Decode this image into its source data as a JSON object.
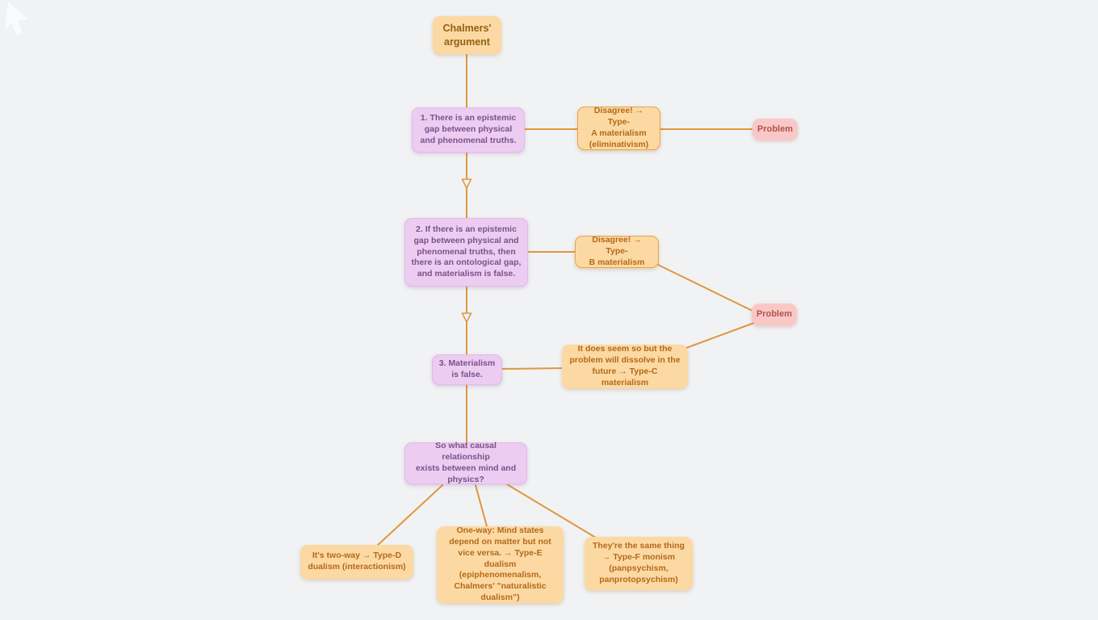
{
  "app": {
    "type": "mind-map-canvas",
    "background_color": "#f1f2f4"
  },
  "colors": {
    "connector": "#e0973d",
    "orange_fill": "#fcd9a2",
    "orange_border": "#eaa44c",
    "orange_text": "#b4691a",
    "purple_fill": "#edccf1",
    "purple_text": "#7a5289",
    "pink_fill": "#f9c8c6",
    "pink_text": "#b2524e"
  },
  "nodes": {
    "root": {
      "label": "Chalmers'\nargument"
    },
    "premise1": {
      "label": "1. There is an epistemic\ngap between physical\nand phenomenal truths."
    },
    "typeA": {
      "label": "Disagree! → Type-\nA materialism\n(eliminativism)"
    },
    "problem1": {
      "label": "Problem"
    },
    "premise2": {
      "label": "2. If there is an epistemic\ngap between physical and\nphenomenal truths, then\nthere is an ontological gap,\nand materialism is false."
    },
    "typeB": {
      "label": "Disagree! → Type-\nB materialism"
    },
    "problem2": {
      "label": "Problem"
    },
    "conclusion": {
      "label": "3. Materialism\nis false."
    },
    "typeC": {
      "label": "It does seem so but the\nproblem will dissolve in the\nfuture → Type-C materialism"
    },
    "question": {
      "label": "So what causal relationship\nexists between mind and\nphysics?"
    },
    "typeD": {
      "label": "It's two-way → Type-D\ndualism (interactionism)"
    },
    "typeE": {
      "label": "One-way: Mind states\ndepend on matter but not\nvice versa. → Type-E dualism\n(epiphenomenalism,\nChalmers' \"naturalistic\ndualism\")"
    },
    "typeF": {
      "label": "They're the same thing\n→ Type-F monism\n(panpsychism,\npanprotopsychism)"
    }
  }
}
